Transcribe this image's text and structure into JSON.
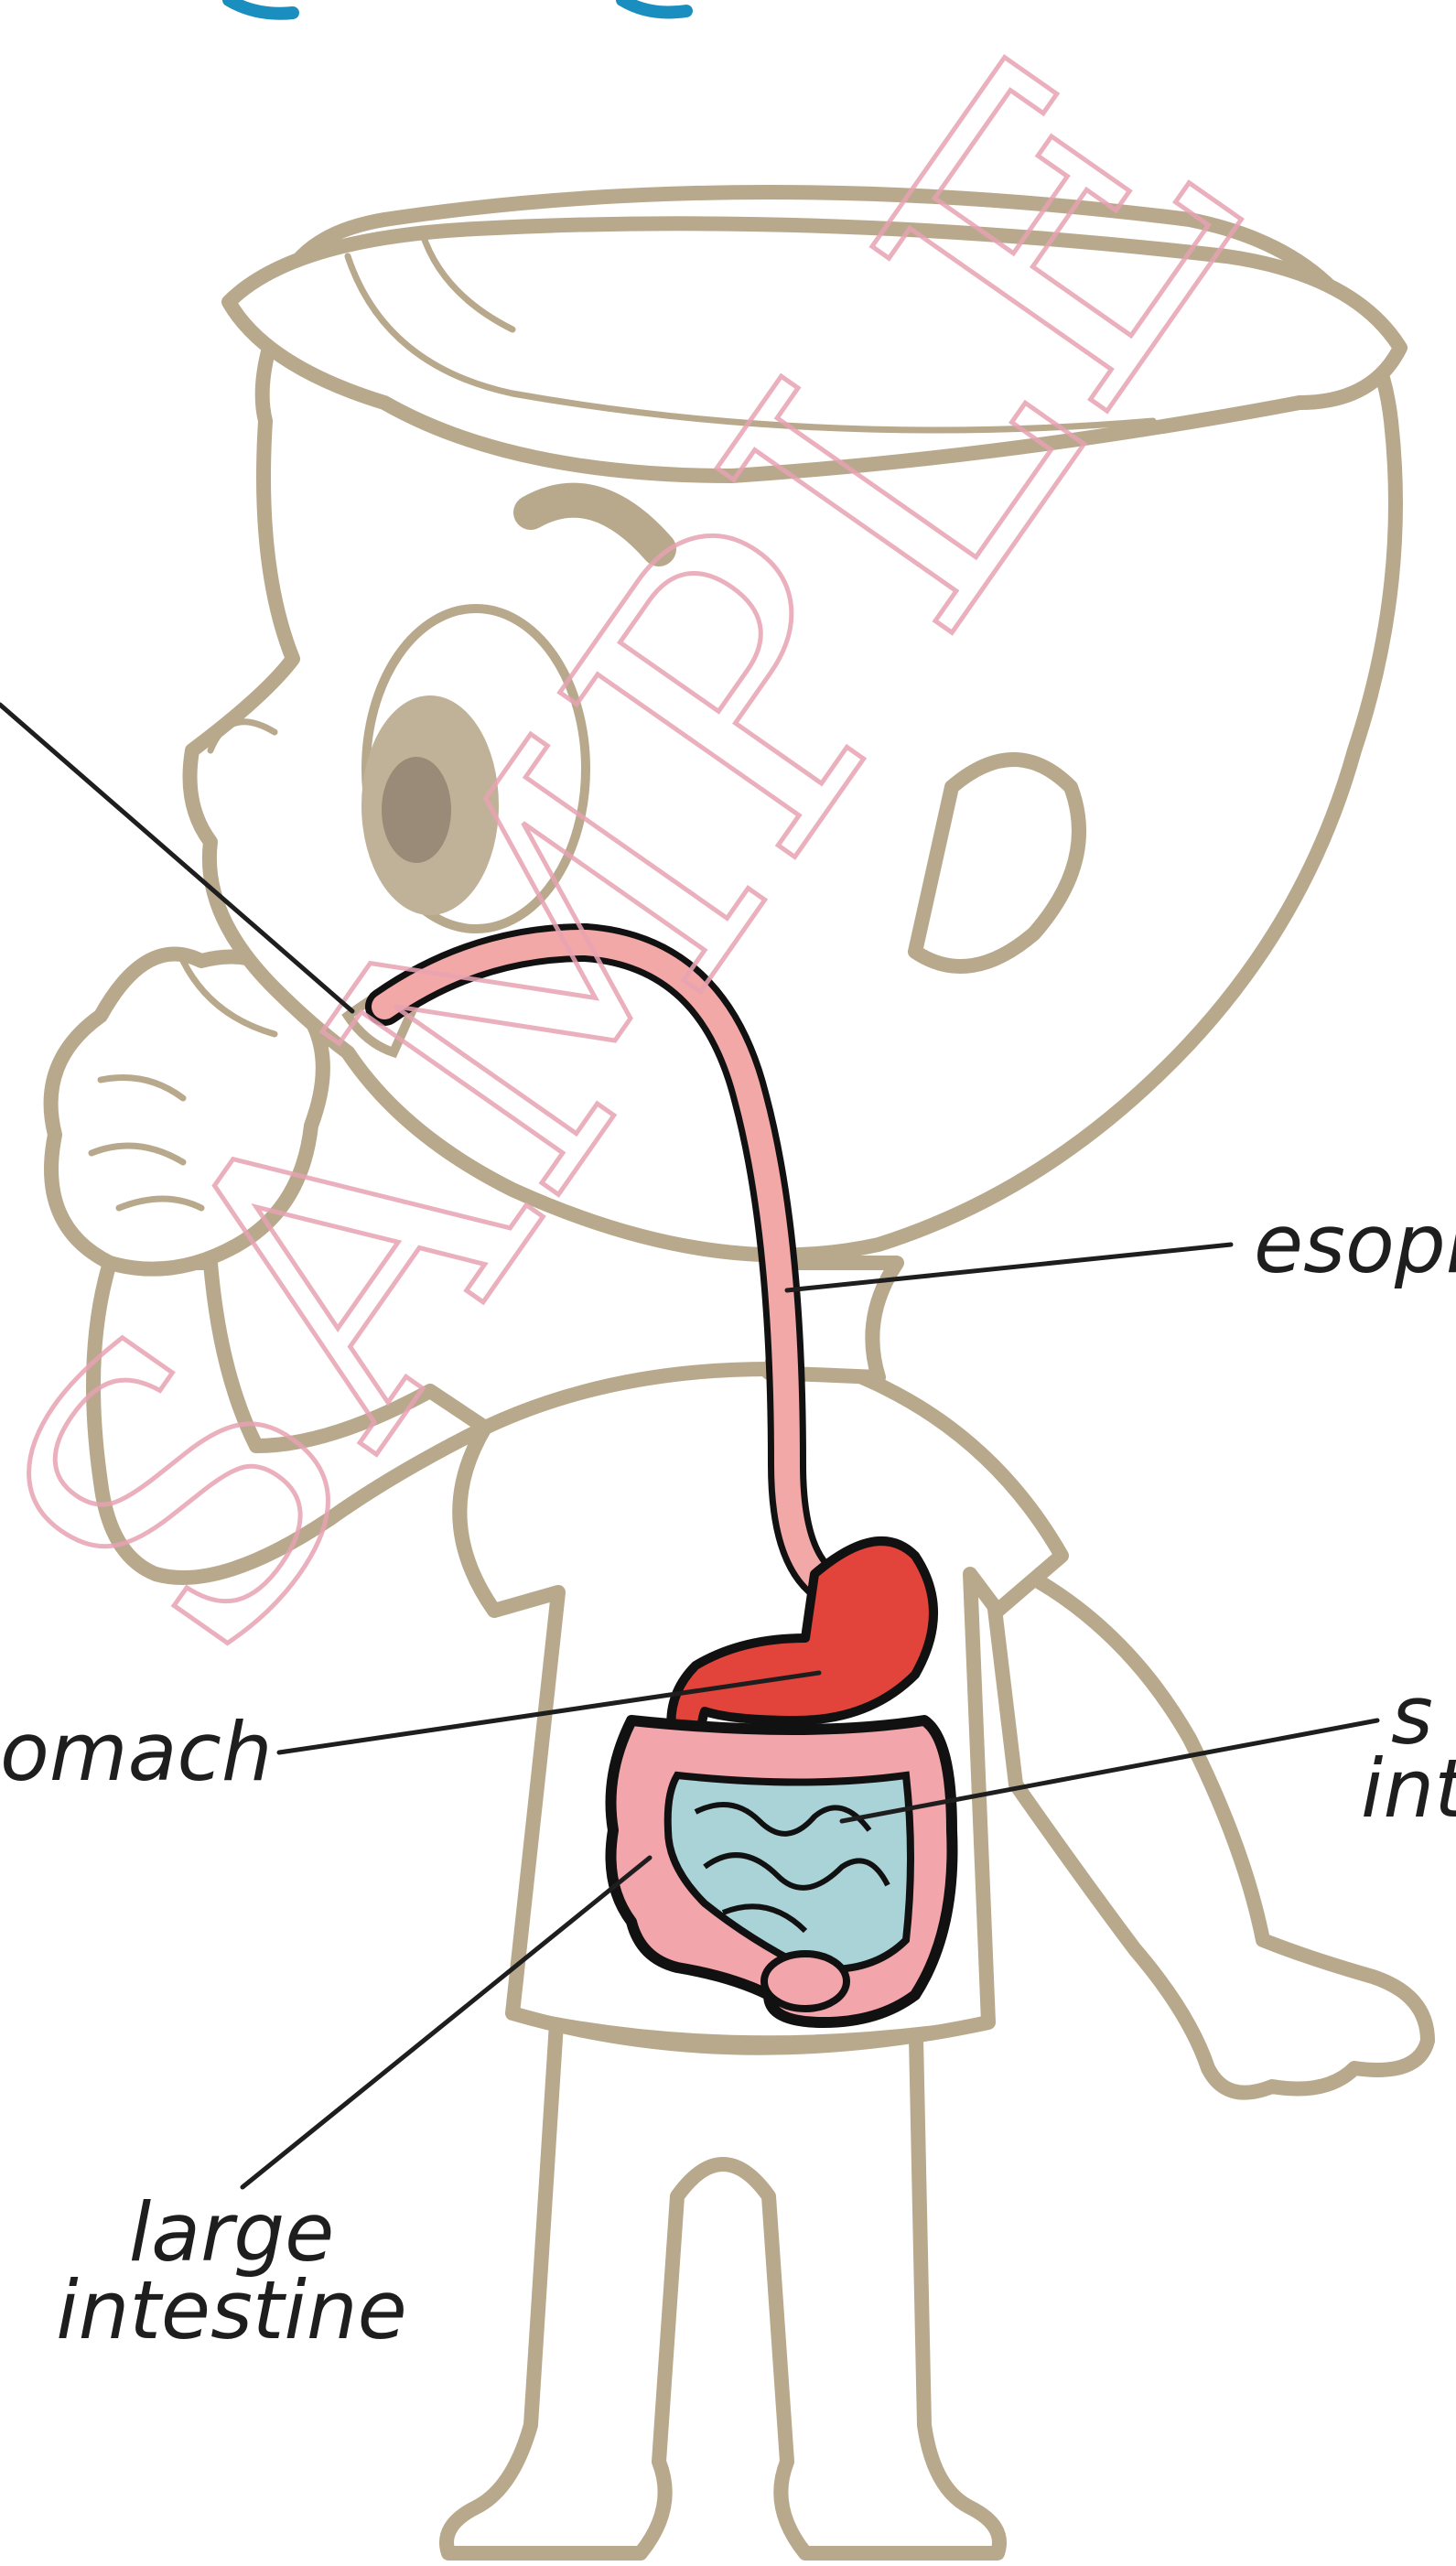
{
  "labels": {
    "esophagus": "esoph",
    "stomach": "omach",
    "small_intestine_line1": "s",
    "small_intestine_line2": "int",
    "large_intestine_line1": "large",
    "large_intestine_line2": "intestine"
  },
  "watermark": {
    "text": "SAMPLE",
    "color": "#e8a3b3"
  },
  "colors": {
    "outline": "#b8a98d",
    "esophagus": "#f3a8a8",
    "stomach": "#e2433a",
    "small_intestine": "#a9d3d6",
    "large_intestine": "#f2a5ab",
    "leader": "#1e1e1e",
    "header_fragment": "#1a8fbf"
  }
}
